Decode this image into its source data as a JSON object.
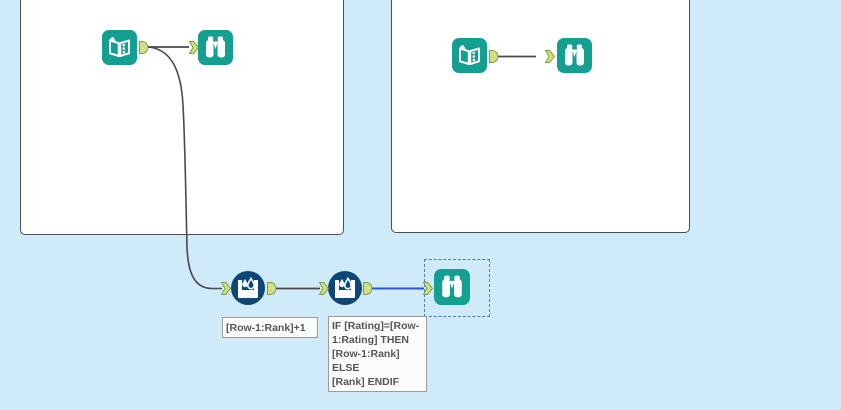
{
  "colors": {
    "background": "#cfeaf8",
    "tool_teal": "#14a091",
    "tool_blue": "#0d4778",
    "anchor_fill": "#cfe087",
    "anchor_stroke": "#7fa03c",
    "connection": "#4a4a4a",
    "connection_selected": "#2f55cb",
    "selection_dash": "#3f86c7",
    "container_bg": "#ffffff",
    "container_border": "#4f4f4f",
    "annotation_bg": "#fcfcfc",
    "annotation_border": "#9b9b9b",
    "annotation_text": "#555555"
  },
  "icons": {
    "input_data": "open-book-icon",
    "browse": "binoculars-icon",
    "multi_row_formula": "beaker-drops-icon",
    "input_anchor": "input-anchor-arrow-icon",
    "output_anchor": "output-anchor-icon"
  },
  "annotations": {
    "annotation1": {
      "text": "[Row-1:Rank]+1"
    },
    "annotation2": {
      "lines": [
        "IF [Rating]=[Row-",
        "1:Rating] THEN",
        "[Row-1:Rank] ELSE",
        "[Rank] ENDIF"
      ],
      "full_text": "IF [Rating]=[Row-1:Rating] THEN [Row-1:Rank] ELSE [Rank] ENDIF"
    }
  }
}
